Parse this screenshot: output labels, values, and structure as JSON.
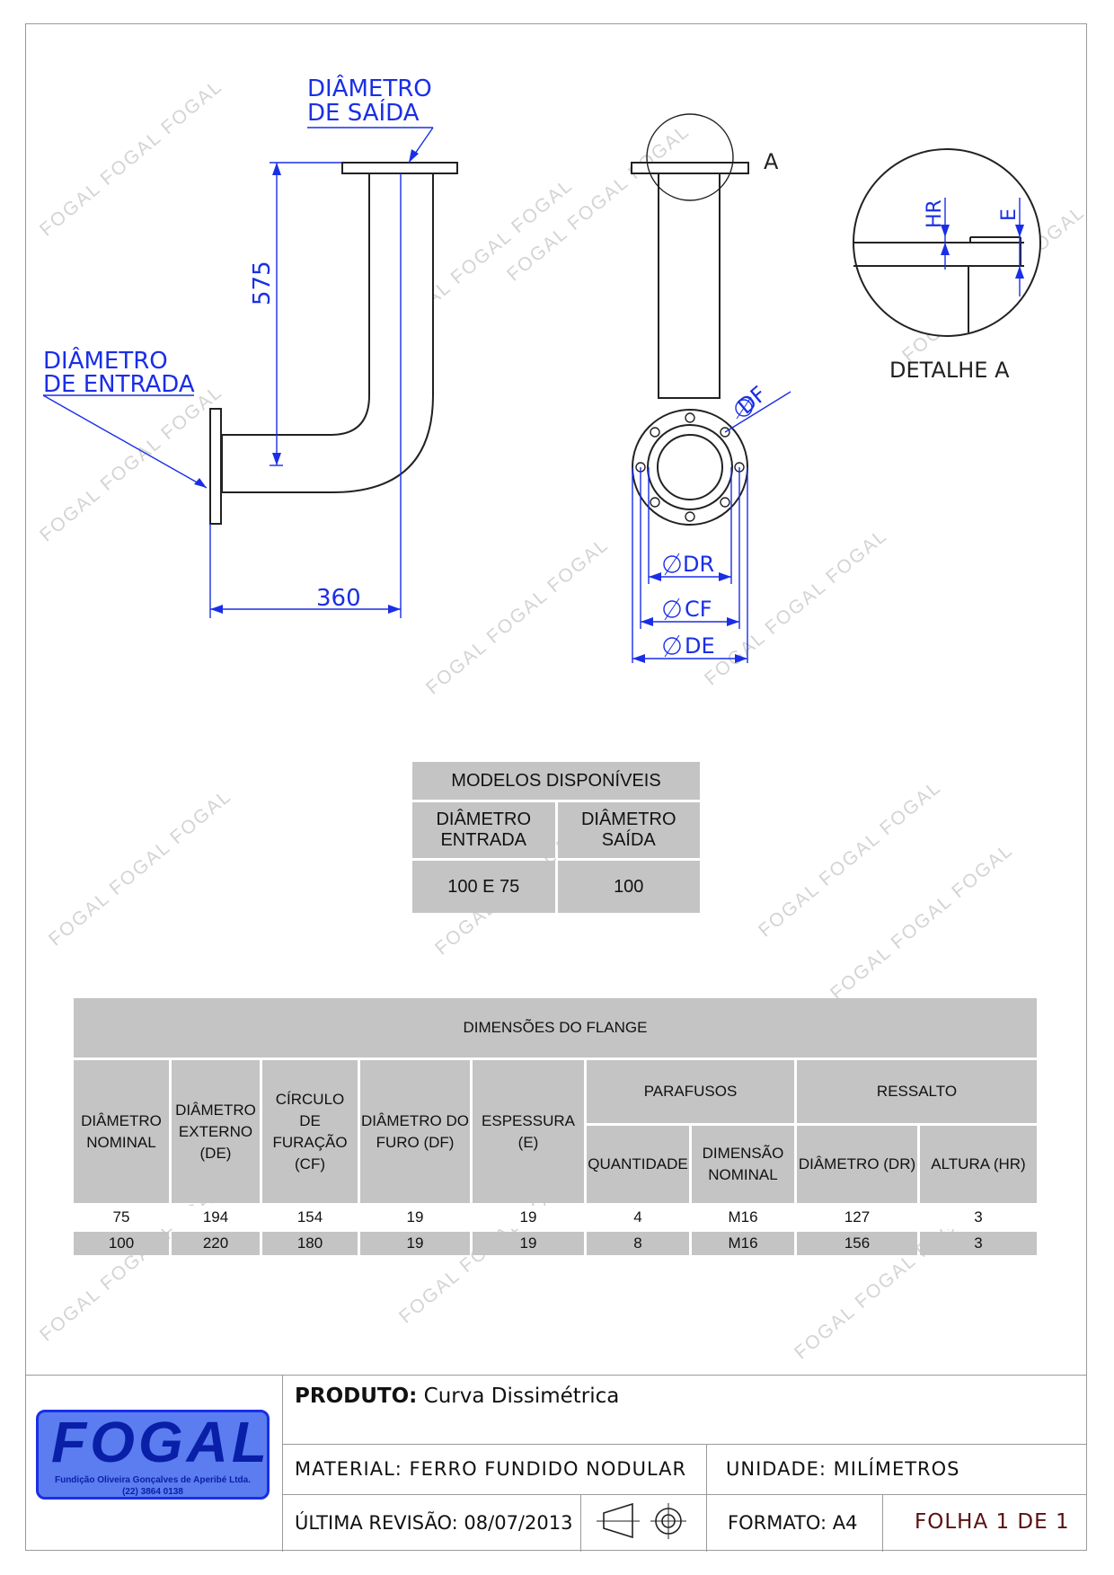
{
  "drawing": {
    "outlet_label_1": "DIÂMETRO",
    "outlet_label_2": "DE SAÍDA",
    "inlet_label_1": "DIÂMETRO",
    "inlet_label_2": "DE ENTRADA",
    "dim_height": "575",
    "dim_width": "360",
    "detail_ref": "A",
    "df": "DF",
    "dr": "DR",
    "cf": "CF",
    "de": "DE",
    "hr": "HR",
    "e": "E",
    "detail_title": "DETALHE A",
    "watermark": "FOGAL"
  },
  "models_table": {
    "title": "MODELOS DISPONÍVEIS",
    "col1": "DIÂMETRO ENTRADA",
    "col2": "DIÂMETRO SAÍDA",
    "val1": "100 E 75",
    "val2": "100"
  },
  "flange_table": {
    "title": "DIMENSÕES DO FLANGE",
    "h_nominal": "DIÂMETRO NOMINAL",
    "h_external": "DIÂMETRO EXTERNO (DE)",
    "h_circle": "CÍRCULO DE FURAÇÃO (CF)",
    "h_hole": "DIÂMETRO DO FURO (DF)",
    "h_thickness": "ESPESSURA (E)",
    "h_bolts": "PARAFUSOS",
    "h_qty": "QUANTIDADE",
    "h_dim_nominal": "DIMENSÃO NOMINAL",
    "h_raised": "RESSALTO",
    "h_raised_dia": "DIÂMETRO (DR)",
    "h_raised_height": "ALTURA (HR)",
    "rows": [
      [
        "75",
        "194",
        "154",
        "19",
        "19",
        "4",
        "M16",
        "127",
        "3"
      ],
      [
        "100",
        "220",
        "180",
        "19",
        "19",
        "8",
        "M16",
        "156",
        "3"
      ]
    ]
  },
  "title_block": {
    "product_label": "PRODUTO:",
    "product_value": "Curva Dissimétrica",
    "material": "MATERIAL: FERRO FUNDIDO NODULAR",
    "unit": "UNIDADE: MILÍMETROS",
    "revision": "ÚLTIMA REVISÃO: 08/07/2013",
    "format": "FORMATO: A4",
    "sheet": "FOLHA 1 DE 1",
    "logo_name": "FOGAL",
    "logo_sub1": "Fundição Oliveira Gonçalves de Aperibé Ltda.",
    "logo_sub2": "(22) 3864 0138",
    "colors": {
      "accent": "#1a2ee6",
      "logo_bg": "#5b7df0",
      "sheet_text": "#5a1010"
    }
  }
}
